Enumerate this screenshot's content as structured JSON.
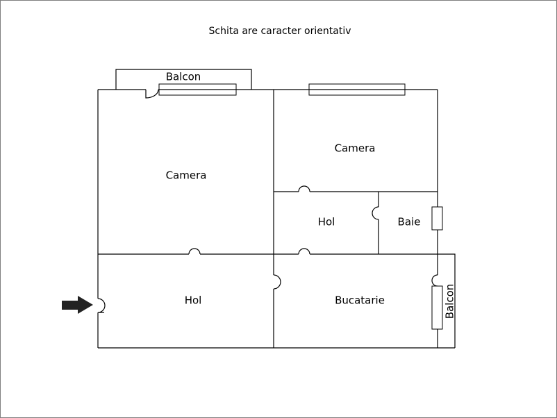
{
  "header": {
    "title": "Schita are caracter orientativ"
  },
  "rooms": {
    "balcony_top": "Balcon",
    "room_large": "Camera",
    "room_small": "Camera",
    "hall_inner": "Hol",
    "bathroom": "Baie",
    "hall_main": "Hol",
    "kitchen": "Bucatarie",
    "balcony_right": "Balcon"
  },
  "colors": {
    "line": "#000000",
    "background": "#ffffff",
    "arrow": "#222222"
  },
  "icons": {
    "entrance": "entrance-arrow-icon"
  }
}
